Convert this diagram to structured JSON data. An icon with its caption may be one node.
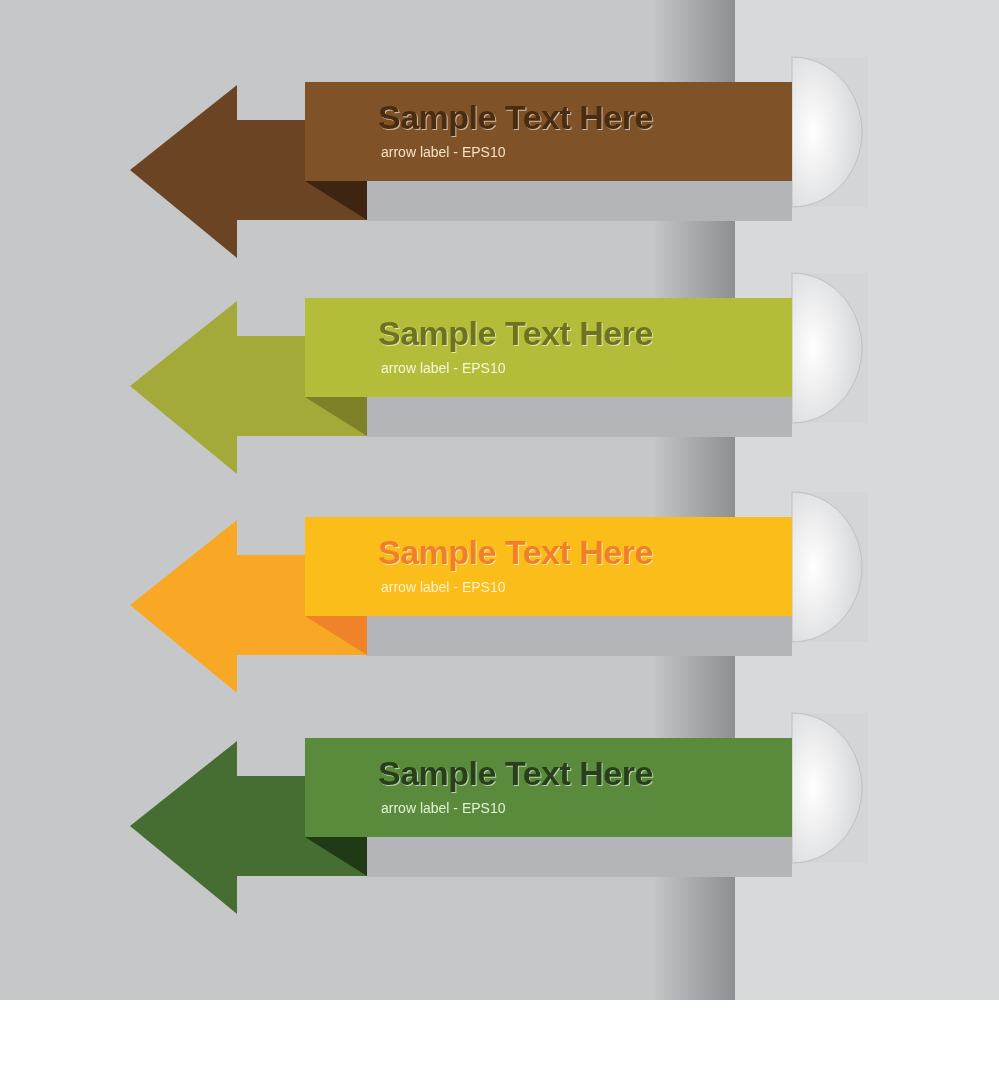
{
  "diagram": {
    "nodes": [
      {
        "text": [
          "Sample Text Here",
          "arrow label - EPS10"
        ]
      },
      {
        "text": [
          "Sample Text Here",
          "arrow label - EPS10"
        ]
      },
      {
        "text": [
          "Sample Text Here",
          "arrow label - EPS10"
        ]
      },
      {
        "text": [
          "Sample Text Here",
          "arrow label - EPS10"
        ]
      }
    ]
  }
}
